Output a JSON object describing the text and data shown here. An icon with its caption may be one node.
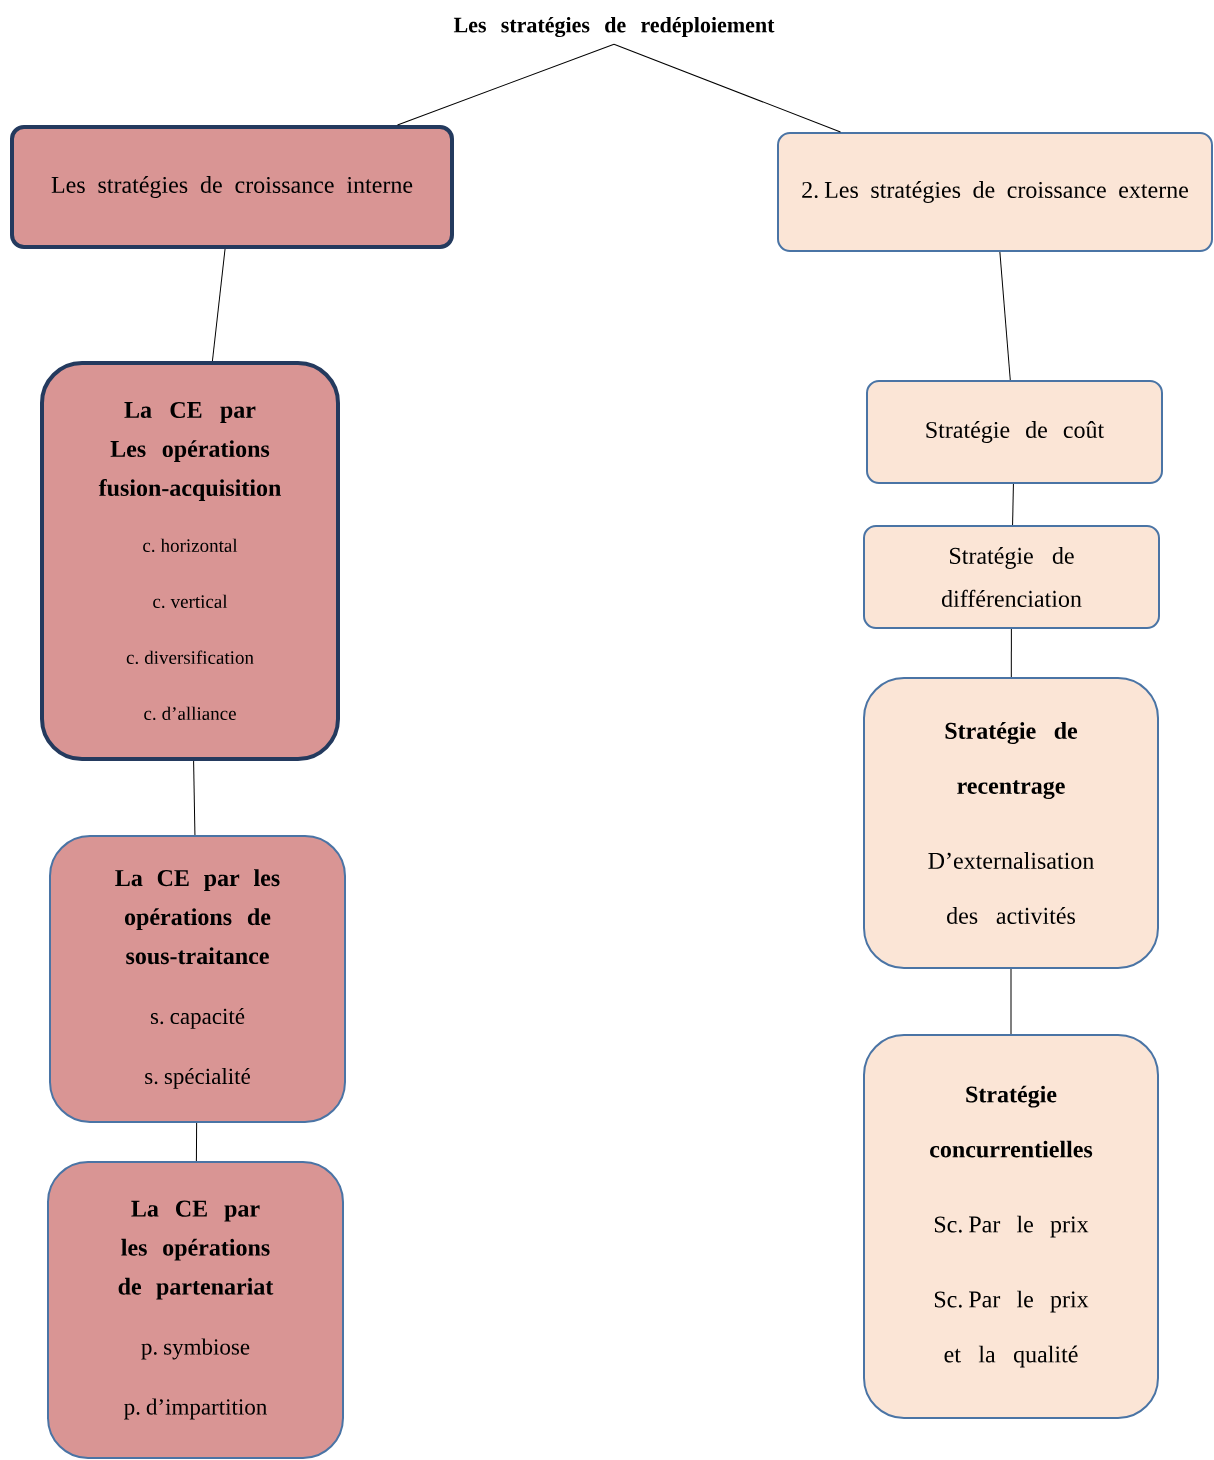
{
  "diagram": {
    "nodes": [
      {
        "text": [
          "Les stratégies de redéploiement"
        ]
      },
      {
        "text": [
          "Les stratégies de croissance interne"
        ]
      },
      {
        "text": [
          "2. Les stratégies de croissance externe"
        ]
      },
      {
        "text": [
          "La CE par Les opérations fusion-acquisition",
          "c. horizontal",
          "c. vertical",
          "c. diversification",
          "c. d’alliance"
        ]
      },
      {
        "text": [
          "La CE par les opérations de sous-traitance",
          "s. capacité",
          "s. spécialité"
        ]
      },
      {
        "text": [
          "La CE par les opérations de partenariat",
          "p. symbiose",
          "p. d’impartition"
        ]
      },
      {
        "text": [
          "Stratégie de coût"
        ]
      },
      {
        "text": [
          "Stratégie de différenciation"
        ]
      },
      {
        "text": [
          "Stratégie de recentrage",
          "D’externalisation des activités"
        ]
      },
      {
        "text": [
          "Stratégie concurrentielles",
          "Sc. Par le prix",
          "Sc. Par le prix et la qualité"
        ]
      }
    ],
    "edges": [
      {
        "from": 0,
        "to": 1,
        "arrow": "none"
      },
      {
        "from": 0,
        "to": 2,
        "arrow": "none"
      },
      {
        "from": 1,
        "to": 3,
        "arrow": "none"
      },
      {
        "from": 3,
        "to": 4,
        "arrow": "none"
      },
      {
        "from": 4,
        "to": 5,
        "arrow": "none"
      },
      {
        "from": 2,
        "to": 6,
        "arrow": "none"
      },
      {
        "from": 6,
        "to": 7,
        "arrow": "none"
      },
      {
        "from": 7,
        "to": 8,
        "arrow": "none"
      },
      {
        "from": 8,
        "to": 9,
        "arrow": "none"
      }
    ]
  }
}
